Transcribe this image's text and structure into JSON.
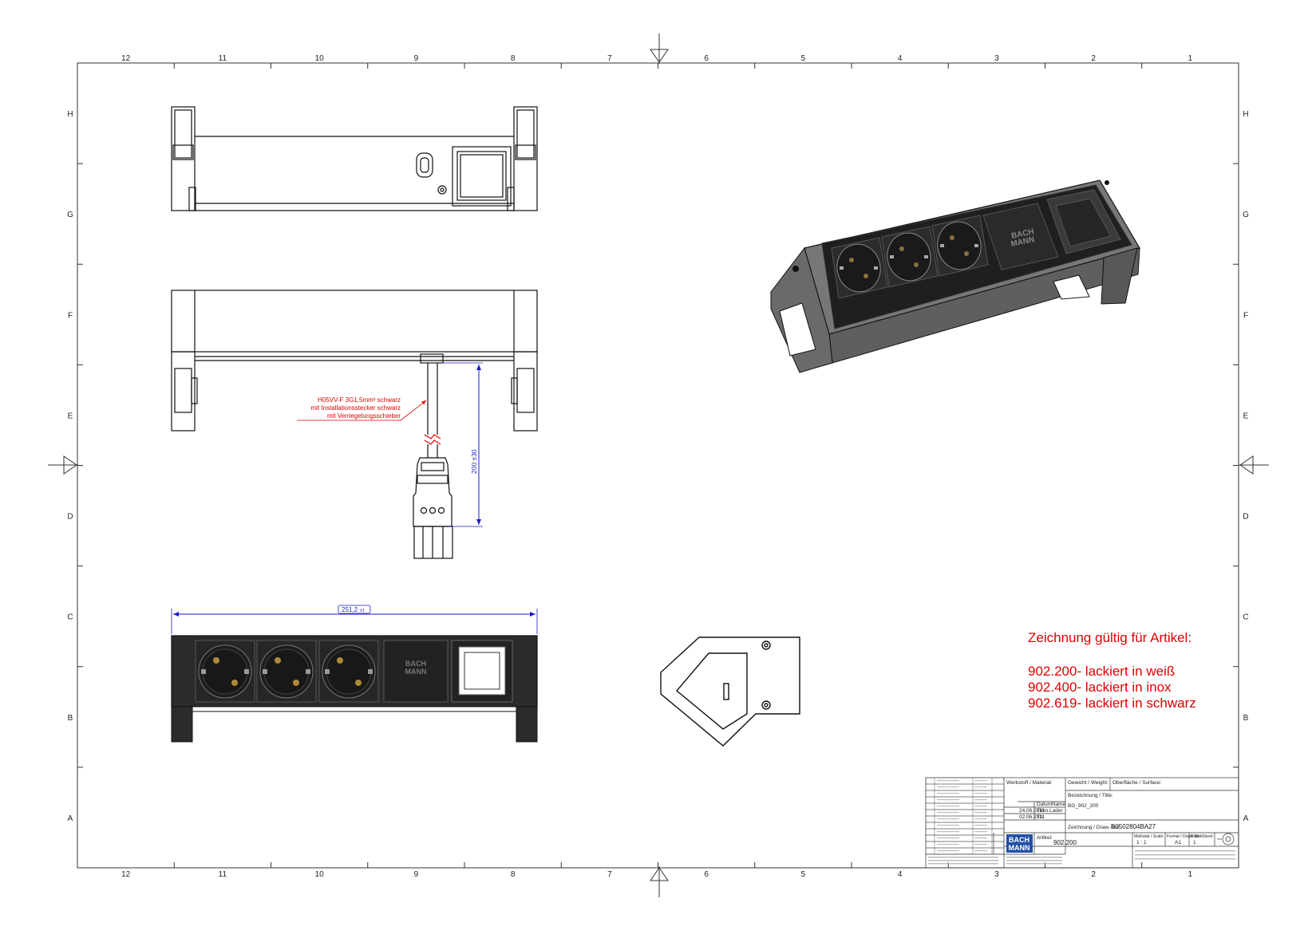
{
  "frame": {
    "columns": [
      "12",
      "11",
      "10",
      "9",
      "8",
      "7",
      "6",
      "5",
      "4",
      "3",
      "2",
      "1"
    ],
    "rows": [
      "H",
      "G",
      "F",
      "E",
      "D",
      "C",
      "B",
      "A"
    ]
  },
  "annotations": {
    "cable_line1": "H05VV-F 3G1,5mm² schwarz",
    "cable_line2": "mit Installationsstecker schwarz",
    "cable_line3": "mit Verriegelungsschieber",
    "dim_length": "200 ±30",
    "dim_width": "251,2",
    "dim_width_tol": "±1",
    "brand_plate_line1": "BACH",
    "brand_plate_line2": "MANN"
  },
  "validity_note": {
    "heading": "Zeichnung gültig für Artikel:",
    "items": [
      "902.200- lackiert in weiß",
      "902.400- lackiert in inox",
      "902.619- lackiert in schwarz"
    ]
  },
  "title_block": {
    "material_label": "Werkstoff / Material:",
    "weight_label": "Gewicht / Weight:",
    "surface_label": "Oberfläche / Surface:",
    "title_label": "Bezeichnung / Title:",
    "title_value": "BG_902_200",
    "date_header": "Datum",
    "name_header": "Name",
    "drawn_date": "24.06.2011",
    "drawn_name": "Timo.Lader",
    "checked_date": "02.06.2011",
    "checked_name": "Th",
    "drawing_no_label": "Zeichnung / Draw.-No:",
    "drawing_no_value": "B0502804BA27",
    "article_label": "Artikel:",
    "article_value": "902.200",
    "scale_label": "Maßstab / Scale:",
    "scale_value": "1 : 1",
    "format_label": "Format / Draw.-Size:",
    "format_value": "A1",
    "sheet_label": "Blatt / Sheet:",
    "sheet_value": "1",
    "logo_line1": "BACH",
    "logo_line2": "MANN"
  },
  "colors": {
    "validity_note": "#e00000",
    "cable_note": "#e00000",
    "dimension_blue": "#1a1acc",
    "logo_blue": "#1f4fa8"
  }
}
